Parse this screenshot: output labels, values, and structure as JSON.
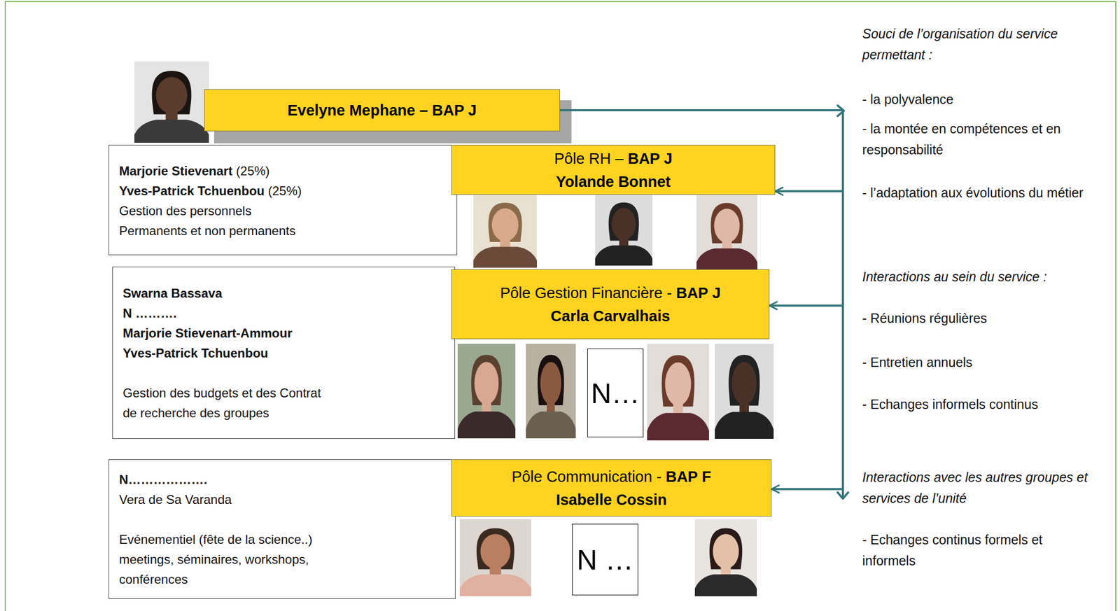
{
  "diagram": {
    "nodes": [
      {
        "text": [
          "Evelyne Mephane – BAP J"
        ]
      },
      {
        "text": [
          "Marjorie Stievenart",
          "(25%)",
          "Yves-Patrick Tchuenbou",
          "(25%)",
          "Gestion des personnels Permanents et non permanents"
        ]
      },
      {
        "text": [
          "Pôle RH –",
          "BAP J",
          "Yolande Bonnet"
        ]
      },
      {
        "text": [
          "Swarna Bassava",
          "N ……….",
          "Marjorie Stievenart-Ammour",
          "Yves-Patrick Tchuenbou",
          "Gestion des budgets et des Contrat de recherche des groupes"
        ]
      },
      {
        "text": [
          "Pôle Gestion Financière -",
          "BAP J",
          "Carla Carvalhais"
        ]
      },
      {
        "text": [
          "N…"
        ]
      },
      {
        "text": [
          "N……………….",
          "Vera de Sa Varanda",
          "Evénementiel (fête de la science..) meetings, séminaires, workshops, conférences"
        ]
      },
      {
        "text": [
          "Pôle Communication -",
          "BAP F",
          "Isabelle Cossin"
        ]
      },
      {
        "text": [
          "N …"
        ]
      }
    ],
    "edges": [
      {
        "from": 0,
        "to": 2,
        "arrow": "to"
      },
      {
        "from": 0,
        "to": 4,
        "arrow": "to"
      },
      {
        "from": 0,
        "to": 7,
        "arrow": "to"
      }
    ],
    "labels": [
      "Souci de l’organisation du service permettant :",
      "- la polyvalence",
      "- la montée en compétences et en responsabilité",
      "- l’adaptation aux évolutions du métier",
      "Interactions au sein du service :",
      "- Réunions régulières",
      "- Entretien annuels",
      "- Echanges informels continus",
      "Interactions avec les autres groupes et services de l’unité",
      "- Echanges continus formels et informels"
    ]
  }
}
